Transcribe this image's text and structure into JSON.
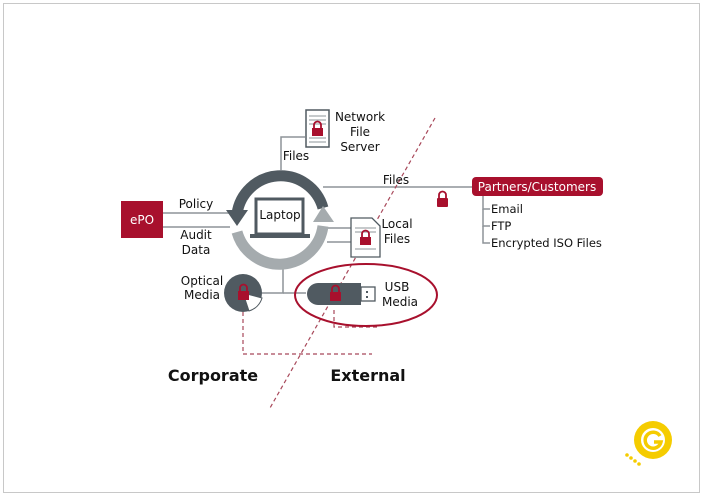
{
  "diagram": {
    "nodes": {
      "epo": "ePO",
      "laptop": "Laptop",
      "network_file_server": [
        "Network",
        "File",
        "Server"
      ],
      "local_files": [
        "Local",
        "Files"
      ],
      "optical_media": [
        "Optical",
        "Media"
      ],
      "usb_media": [
        "USB",
        "Media"
      ],
      "partners": "Partners/Customers"
    },
    "edges": {
      "policy": "Policy",
      "audit_data": [
        "Audit",
        "Data"
      ],
      "files_server": "Files",
      "files_partners": "Files"
    },
    "partner_channels": [
      "Email",
      "FTP",
      "Encrypted ISO Files"
    ],
    "zones": {
      "corporate": "Corporate",
      "external": "External"
    },
    "colors": {
      "brand_red": "#a8102d",
      "dark_gray": "#505a61",
      "light_gray": "#a5abae",
      "logo_yellow": "#f5cc00"
    }
  },
  "logo": "G-logo-icon"
}
